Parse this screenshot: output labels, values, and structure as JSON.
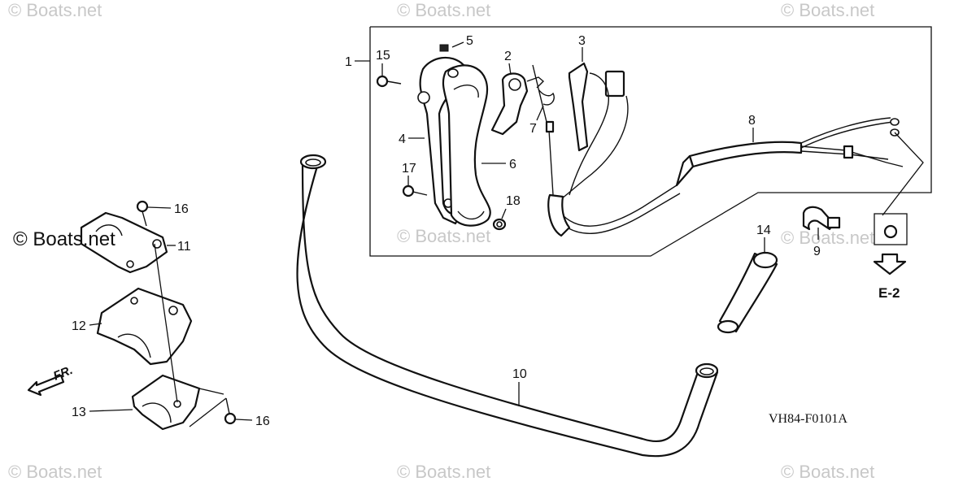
{
  "watermarks": {
    "text": "© Boats.net",
    "main_text": "© Boats.net"
  },
  "diagram_code": "VH84-F0101A",
  "reference": {
    "label": "E-2"
  },
  "front_marker": {
    "label": "FR."
  },
  "callouts": {
    "c1": "1",
    "c2": "2",
    "c3": "3",
    "c4": "4",
    "c5": "5",
    "c6": "6",
    "c7": "7",
    "c8": "8",
    "c9": "9",
    "c10": "10",
    "c11": "11",
    "c12": "12",
    "c13": "13",
    "c14": "14",
    "c15": "15",
    "c16a": "16",
    "c16b": "16",
    "c17": "17",
    "c18": "18"
  },
  "colors": {
    "line": "#111111",
    "watermark": "#c8c8c8",
    "background": "#ffffff"
  }
}
